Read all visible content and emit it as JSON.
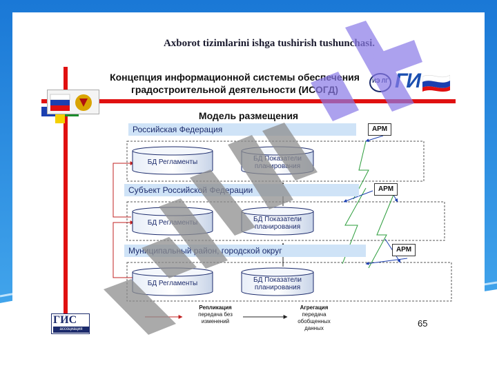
{
  "slide": {
    "title": "Axborot tizimlarini ishga tushirish tushunchasi."
  },
  "embedded": {
    "header_line1": "Концепция информационной системы обеспечения",
    "header_line2": "градостроительной деятельности (ИСОГД)",
    "model_title": "Модель размещения",
    "levels": [
      {
        "label": "Российская Федерация",
        "arm": "АРМ",
        "db1": [
          "БД Регламенты"
        ],
        "db2": [
          "БД Показатели",
          "планирования"
        ]
      },
      {
        "label": "Субъект    Российской Федерации",
        "arm": "АРМ",
        "db1": [
          "БД Регламенты"
        ],
        "db2": [
          "БД Показатели",
          "планирования"
        ]
      },
      {
        "label": "Муниципальный район, городской округ",
        "arm": "АРМ",
        "db1": [
          "БД Регламенты"
        ],
        "db2": [
          "БД Показатели",
          "планирования"
        ]
      }
    ],
    "legend": {
      "replication_title": "Репликация",
      "replication_l1": "передача без",
      "replication_l2": "изменений",
      "aggregation_title": "Агрегация",
      "aggregation_l1": "передача",
      "aggregation_l2": "обобщенных",
      "aggregation_l3": "данных"
    },
    "page_number": "65",
    "logo_gis": "ГИС",
    "logo_gis_sub": "ассоциация",
    "logo_isogd_text": "ИЭ ЛГ",
    "logo_gis_right": "ГИ"
  },
  "colors": {
    "background_blue": "#2a8fe0",
    "accent_red": "#e01010",
    "band_blue": "#cfe3f7",
    "text_navy": "#1b2a6b"
  }
}
